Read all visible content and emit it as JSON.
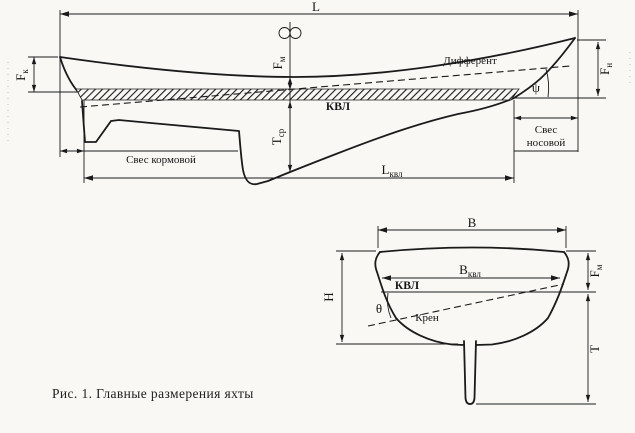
{
  "caption": "Рис. 1. Главные размерения яхты",
  "colors": {
    "ink": "#1b1b1b",
    "paper": "#f9f8f4"
  },
  "side_view": {
    "length_overall": "L",
    "freeboard_stern": {
      "main": "F",
      "sub": "к"
    },
    "freeboard_mid": {
      "main": "F",
      "sub": "м"
    },
    "draft_mean": {
      "main": "T",
      "sub": "ср"
    },
    "waterline": "КВЛ",
    "trim": "Дифферент",
    "trim_angle": "ψ",
    "freeboard_bow": {
      "main": "F",
      "sub": "н"
    },
    "overhang_bow": {
      "line1": "Свес",
      "line2": "носовой"
    },
    "overhang_stern": "Свес кормовой",
    "length_waterline": {
      "main": "L",
      "sub": "квл"
    }
  },
  "section_view": {
    "beam": "В",
    "beam_waterline": {
      "main": "В",
      "sub": "квл"
    },
    "depth": "Н",
    "waterline": "КВЛ",
    "heel_angle": "θ",
    "heel": "Крен",
    "freeboard_mid": {
      "main": "F",
      "sub": "м"
    },
    "draft": "Т"
  }
}
